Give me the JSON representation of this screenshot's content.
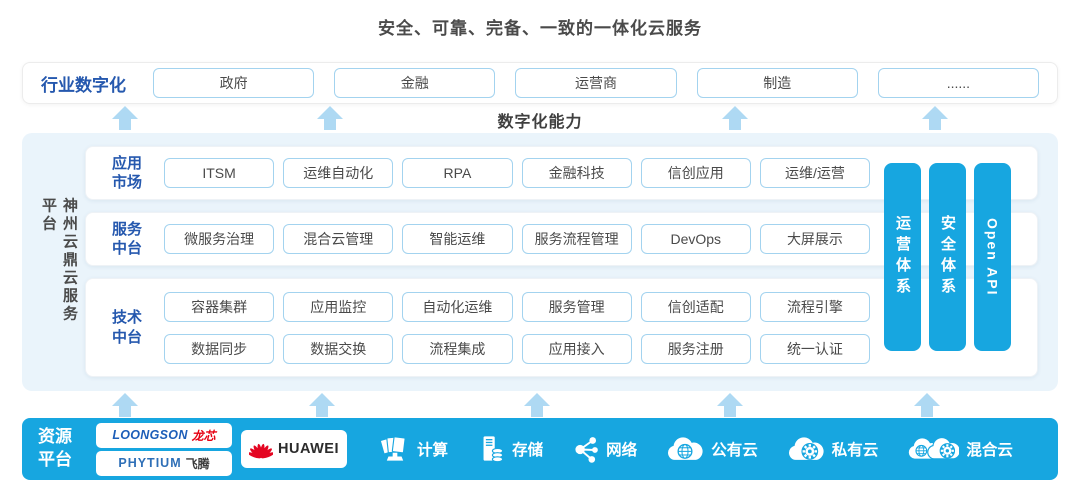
{
  "page": {
    "title": "安全、可靠、完备、一致的一体化云服务"
  },
  "industry": {
    "label": "行业数字化",
    "items": [
      "政府",
      "金融",
      "运营商",
      "制造",
      "......"
    ]
  },
  "capability_label": "数字化能力",
  "platform": {
    "side_label": "神州云鼎云服务平台",
    "rows": [
      {
        "label_lines": [
          "应用",
          "市场"
        ],
        "items": [
          "ITSM",
          "运维自动化",
          "RPA",
          "金融科技",
          "信创应用",
          "运维/运营"
        ]
      },
      {
        "label_lines": [
          "服务",
          "中台"
        ],
        "items": [
          "微服务治理",
          "混合云管理",
          "智能运维",
          "服务流程管理",
          "DevOps",
          "大屏展示"
        ]
      },
      {
        "label_lines": [
          "技术",
          "中台"
        ],
        "items_row1": [
          "容器集群",
          "应用监控",
          "自动化运维",
          "服务管理",
          "信创适配",
          "流程引擎"
        ],
        "items_row2": [
          "数据同步",
          "数据交换",
          "流程集成",
          "应用接入",
          "服务注册",
          "统一认证"
        ]
      }
    ],
    "pillars": [
      "运营体系",
      "安全体系",
      "Open API"
    ]
  },
  "resources": {
    "label_lines": [
      "资源",
      "平台"
    ],
    "vendors": {
      "loongson_en": "LOONGSON",
      "loongson_cn": "龙芯",
      "phytium_en": "PHYTIUM",
      "phytium_cn": "飞腾",
      "huawei": "HUAWEI"
    },
    "items": [
      {
        "icon": "compute-icon",
        "label": "计算"
      },
      {
        "icon": "storage-icon",
        "label": "存储"
      },
      {
        "icon": "network-icon",
        "label": "网络"
      },
      {
        "icon": "public-cloud-icon",
        "label": "公有云"
      },
      {
        "icon": "private-cloud-icon",
        "label": "私有云"
      },
      {
        "icon": "hybrid-cloud-icon",
        "label": "混合云"
      }
    ]
  },
  "colors": {
    "accent_blue": "#17a6e0",
    "arrow_blue": "#aed9f3",
    "label_blue": "#2558ae",
    "panel_bg": "#eaf4fb",
    "logo_red": "#e40521",
    "loongson_blue": "#1d5eb8"
  }
}
